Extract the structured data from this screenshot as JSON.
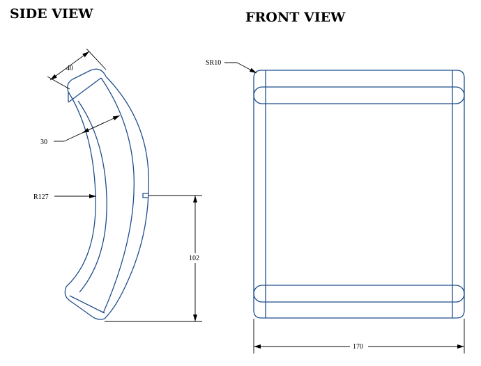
{
  "side_view": {
    "title": "SIDE VIEW",
    "dims": {
      "width": "40",
      "thickness": "30",
      "radius": "R127",
      "height": "102"
    }
  },
  "front_view": {
    "title": "FRONT VIEW",
    "dims": {
      "sphere_radius": "SR10",
      "width": "170"
    }
  },
  "colors": {
    "part_line": "#1f4e8c",
    "dimension_line": "#000000"
  }
}
